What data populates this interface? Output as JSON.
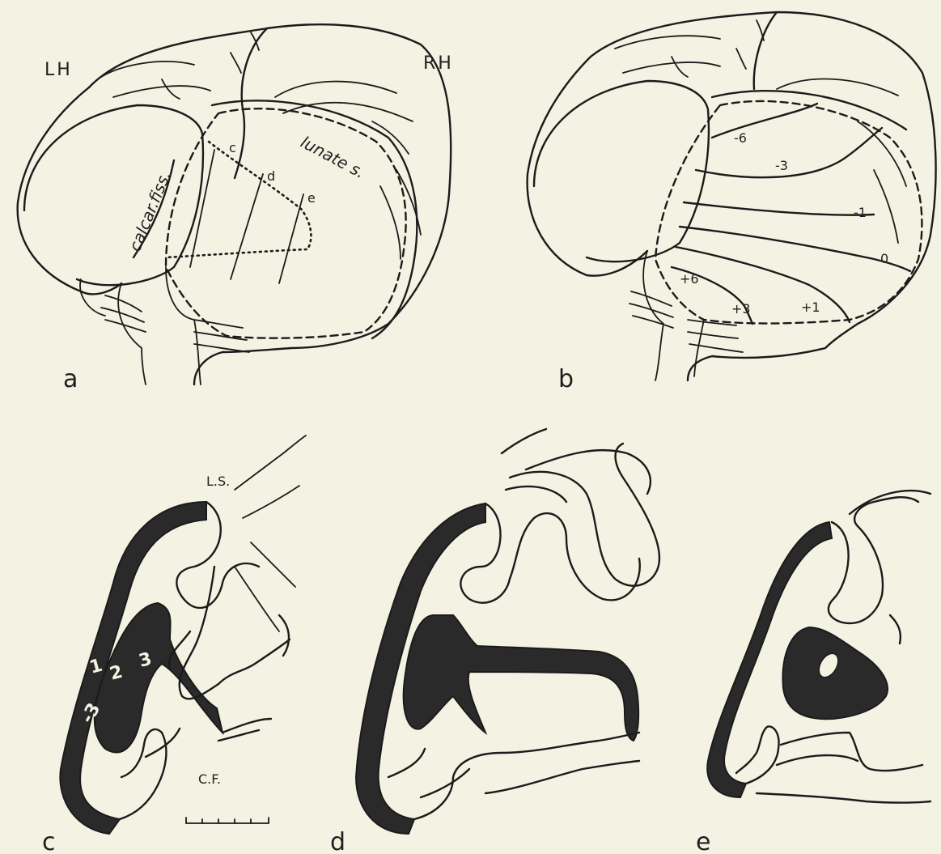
{
  "panels": {
    "a": "a",
    "b": "b",
    "c": "c",
    "d": "d",
    "e": "e"
  },
  "hemispheres": {
    "left": "LH",
    "right": "RH"
  },
  "sulci": {
    "lunate": "lunate s.",
    "calcarine": "calcar.fiss.",
    "lunate_short": "L.S.",
    "calcarine_short": "C.F."
  },
  "section_markers": [
    "c",
    "d",
    "e"
  ],
  "iso_eccentricity_labels": {
    "upper": [
      "-6",
      "-3",
      "-1",
      "0"
    ],
    "lower": [
      "+6",
      "+3",
      "+1"
    ]
  },
  "section_numbers": [
    "1",
    "2",
    "3",
    "-3"
  ],
  "colors": {
    "background": "#f4f2e2",
    "ink": "#1b1b1b",
    "fill": "#2a2a2a"
  }
}
